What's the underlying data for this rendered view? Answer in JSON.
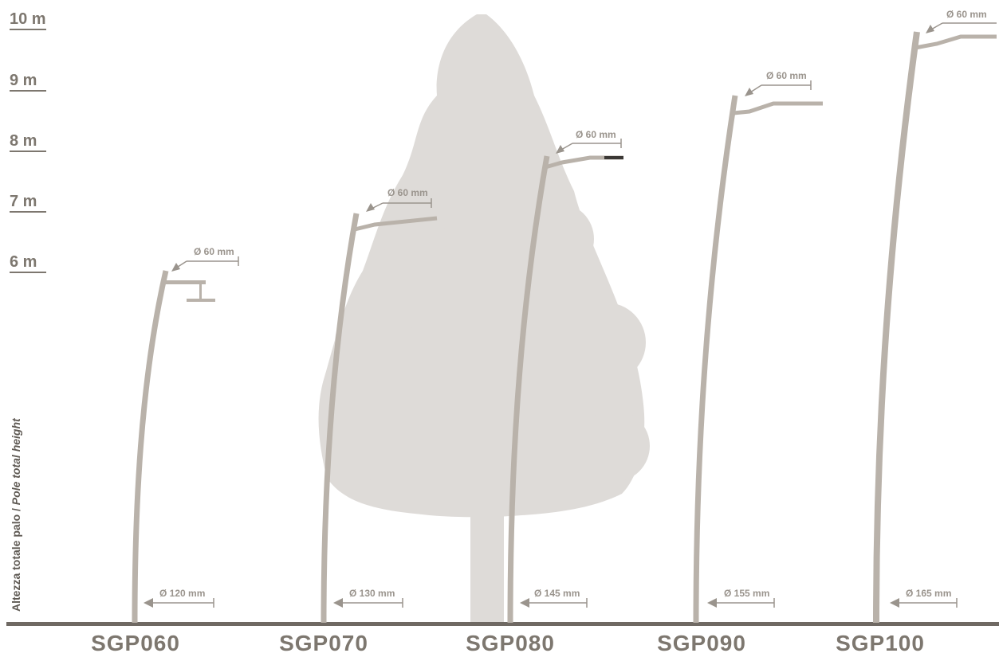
{
  "axis_title": {
    "main": "Altezza totale palo / ",
    "italic": "Pole total height"
  },
  "scale_marks": [
    "10 m",
    "9 m",
    "8 m",
    "7 m",
    "6 m"
  ],
  "poles": [
    {
      "model": "SGP060",
      "height_m": 6,
      "base_diameter": "Ø 120 mm",
      "arm_diameter": "Ø 60 mm"
    },
    {
      "model": "SGP070",
      "height_m": 7,
      "base_diameter": "Ø 130 mm",
      "arm_diameter": "Ø 60 mm"
    },
    {
      "model": "SGP080",
      "height_m": 8,
      "base_diameter": "Ø 145 mm",
      "arm_diameter": "Ø 60 mm"
    },
    {
      "model": "SGP090",
      "height_m": 9,
      "base_diameter": "Ø 155 mm",
      "arm_diameter": "Ø 60 mm"
    },
    {
      "model": "SGP100",
      "height_m": 10,
      "base_diameter": "Ø 165 mm",
      "arm_diameter": "Ø 60 mm"
    }
  ],
  "colors": {
    "pole": "#b9b2aa",
    "tree": "#dedbd8",
    "ground": "#6f6963",
    "text": "#7d776f",
    "dim": "#9a948d"
  }
}
